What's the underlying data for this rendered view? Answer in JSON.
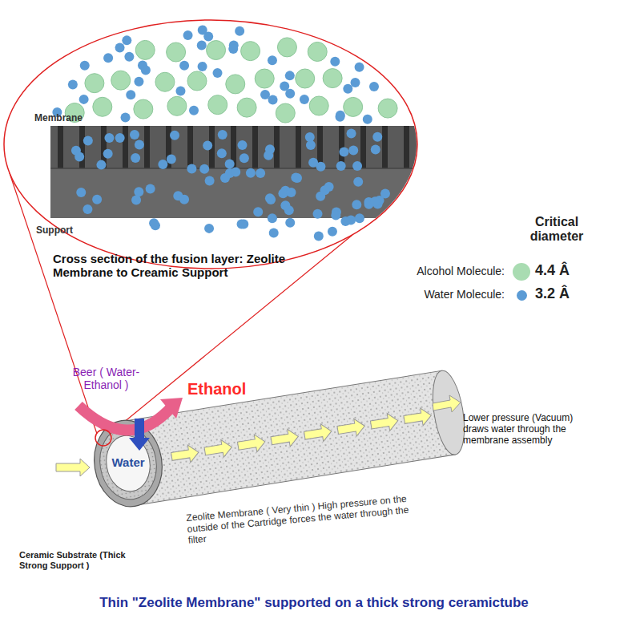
{
  "diagram": {
    "caption": "Thin \"Zeolite Membrane\" supported on a thick strong ceramictube",
    "labels": [
      "Membrane",
      "Support",
      "Cross section of the fusion layer: Zeolite Membrane to Creamic Support",
      "Critical diameter",
      "4.4 Â",
      "3.2 Â",
      "Beer ( Water-Ethanol )",
      "Ethanol",
      "Water",
      "Lower pressure (Vacuum) draws water through the membrane assembly",
      "Zeolite Membrane ( Very thin ) High pressure on the outside of the Cartridge forces the water through the filter",
      "Ceramic Substrate (Thick Strong Support )"
    ],
    "legend": [
      {
        "text": "Alcohol Molecule:",
        "color": "#a9dcb2"
      },
      {
        "text": "Water Molecule:",
        "color": "#5b9bd5"
      }
    ]
  }
}
